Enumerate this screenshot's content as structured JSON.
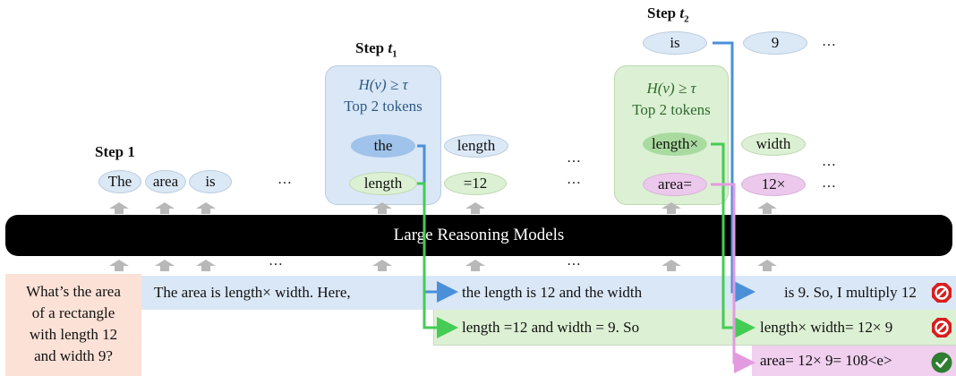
{
  "step_labels": {
    "step1": "Step 1",
    "step_t1_prefix": "Step ",
    "step_t1_var": "t",
    "step_t1_sub": "1",
    "step_t2_prefix": "Step ",
    "step_t2_var": "t",
    "step_t2_sub": "2"
  },
  "step1_tokens": [
    "The",
    "area",
    "is"
  ],
  "ellipsis": "…",
  "panel_t1": {
    "condition": "H(v) ≥ τ",
    "subtitle": "Top 2 tokens",
    "tokens": [
      "the",
      "length"
    ]
  },
  "after_t1": {
    "blue_next": "length",
    "green_next": "=12"
  },
  "panel_t2": {
    "condition": "H(v) ≥ τ",
    "subtitle": "Top 2 tokens",
    "tokens": [
      "length×",
      "area="
    ]
  },
  "t2_blue_tokens": [
    "is",
    "9"
  ],
  "after_t2": {
    "green_next": "width",
    "pink_next": "12×"
  },
  "model": {
    "label": "Large Reasoning Models"
  },
  "question": {
    "lines": [
      "What’s the area",
      "of a rectangle",
      "with length 12",
      "and width 9?"
    ]
  },
  "segments": {
    "prefix": "The area is length× width. Here,",
    "blue_mid": "the   length is 12 and the width",
    "green_mid": "length =12 and width = 9. So",
    "blue_end": "is 9. So, I multiply 12",
    "green_end": "length× width= 12× 9",
    "pink_end": "area= 12× 9= 108<e>"
  },
  "status": {
    "blue": "rejected",
    "green": "rejected",
    "pink": "accepted"
  },
  "colors": {
    "blue_path": "#4a90d9",
    "green_path": "#44cc55",
    "pink_path": "#e49ae0",
    "reject": "#d71f1f",
    "accept": "#2e7d32"
  }
}
